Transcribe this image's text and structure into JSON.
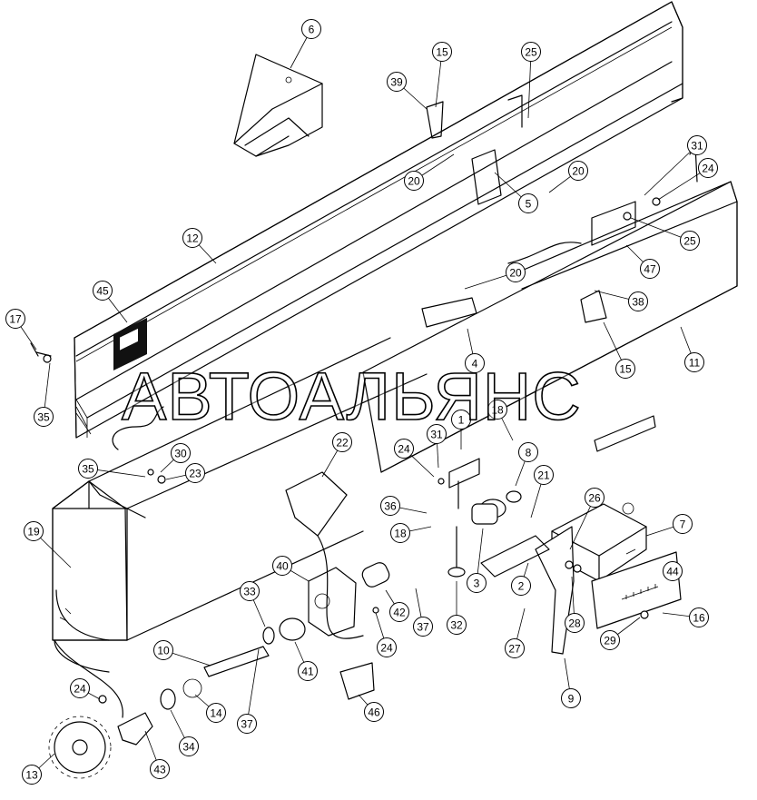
{
  "watermark": "АВТОАЛЬЯНС",
  "callouts": [
    {
      "id": "c6",
      "label": "6"
    },
    {
      "id": "c15a",
      "label": "15"
    },
    {
      "id": "c25a",
      "label": "25"
    },
    {
      "id": "c39",
      "label": "39"
    },
    {
      "id": "c31a",
      "label": "31"
    },
    {
      "id": "c24a",
      "label": "24"
    },
    {
      "id": "c20a",
      "label": "20"
    },
    {
      "id": "c20b",
      "label": "20"
    },
    {
      "id": "c5",
      "label": "5"
    },
    {
      "id": "c25b",
      "label": "25"
    },
    {
      "id": "c12",
      "label": "12"
    },
    {
      "id": "c47",
      "label": "47"
    },
    {
      "id": "c20c",
      "label": "20"
    },
    {
      "id": "c38",
      "label": "38"
    },
    {
      "id": "c45",
      "label": "45"
    },
    {
      "id": "c17",
      "label": "17"
    },
    {
      "id": "c4",
      "label": "4"
    },
    {
      "id": "c15b",
      "label": "15"
    },
    {
      "id": "c11",
      "label": "11"
    },
    {
      "id": "c35a",
      "label": "35"
    },
    {
      "id": "c1",
      "label": "1"
    },
    {
      "id": "c18a",
      "label": "18"
    },
    {
      "id": "c22",
      "label": "22"
    },
    {
      "id": "c24b",
      "label": "24"
    },
    {
      "id": "c31b",
      "label": "31"
    },
    {
      "id": "c8",
      "label": "8"
    },
    {
      "id": "c30",
      "label": "30"
    },
    {
      "id": "c35b",
      "label": "35"
    },
    {
      "id": "c23",
      "label": "23"
    },
    {
      "id": "c21",
      "label": "21"
    },
    {
      "id": "c26",
      "label": "26"
    },
    {
      "id": "c19",
      "label": "19"
    },
    {
      "id": "c36",
      "label": "36"
    },
    {
      "id": "c7",
      "label": "7"
    },
    {
      "id": "c18b",
      "label": "18"
    },
    {
      "id": "c40",
      "label": "40"
    },
    {
      "id": "c3",
      "label": "3"
    },
    {
      "id": "c2",
      "label": "2"
    },
    {
      "id": "c44",
      "label": "44"
    },
    {
      "id": "c42",
      "label": "42"
    },
    {
      "id": "c33",
      "label": "33"
    },
    {
      "id": "c37a",
      "label": "37"
    },
    {
      "id": "c32",
      "label": "32"
    },
    {
      "id": "c27",
      "label": "27"
    },
    {
      "id": "c28",
      "label": "28"
    },
    {
      "id": "c16",
      "label": "16"
    },
    {
      "id": "c24c",
      "label": "24"
    },
    {
      "id": "c29",
      "label": "29"
    },
    {
      "id": "c10",
      "label": "10"
    },
    {
      "id": "c41",
      "label": "41"
    },
    {
      "id": "c9",
      "label": "9"
    },
    {
      "id": "c24d",
      "label": "24"
    },
    {
      "id": "c14",
      "label": "14"
    },
    {
      "id": "c37b",
      "label": "37"
    },
    {
      "id": "c46",
      "label": "46"
    },
    {
      "id": "c34",
      "label": "34"
    },
    {
      "id": "c13",
      "label": "13"
    },
    {
      "id": "c43",
      "label": "43"
    }
  ]
}
